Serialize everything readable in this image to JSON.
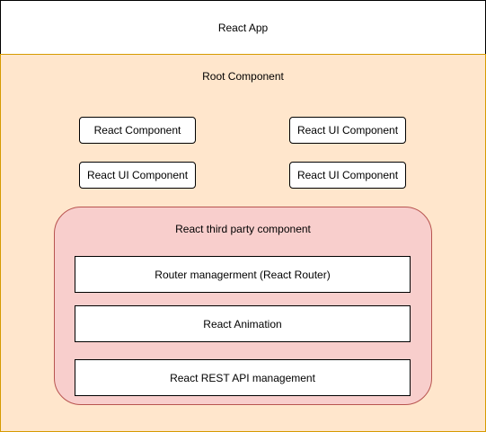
{
  "app": {
    "title": "React App"
  },
  "root": {
    "label": "Root Component",
    "components": [
      "React Component",
      "React UI Component",
      "React UI Component",
      "React UI Component"
    ]
  },
  "third_party": {
    "label": "React third party component",
    "items": [
      "Router managerment (React Router)",
      "React Animation",
      "React REST API management"
    ]
  },
  "colors": {
    "root_fill": "#ffe6cc",
    "root_stroke": "#d79b00",
    "third_party_fill": "#f8cecc",
    "third_party_stroke": "#b85450",
    "box_fill": "#ffffff",
    "box_stroke": "#000000"
  }
}
